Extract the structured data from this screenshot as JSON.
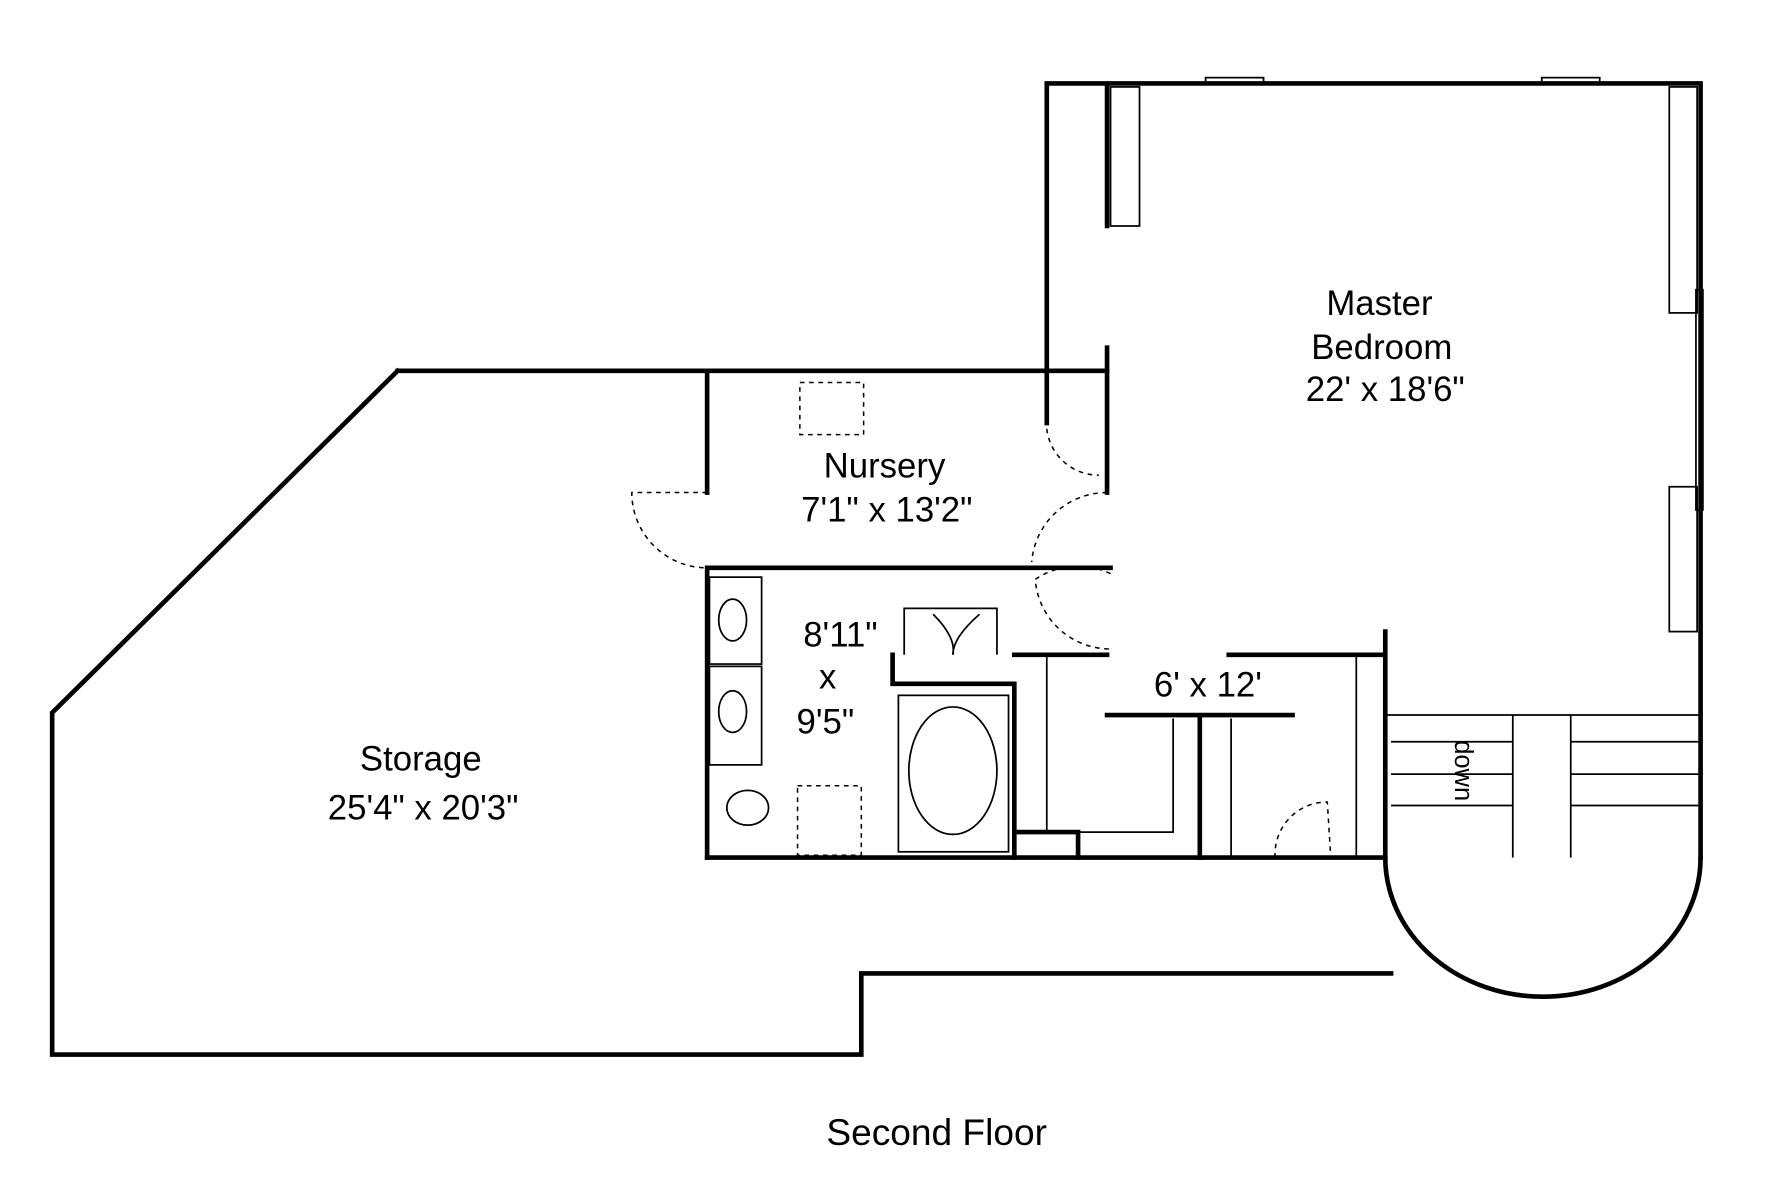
{
  "plan": {
    "title": "Second Floor",
    "rooms": {
      "master": {
        "name_line1": "Master",
        "name_line2": "Bedroom",
        "size": "22' x 18'6\""
      },
      "nursery": {
        "name": "Nursery",
        "size": "7'1\" x 13'2\""
      },
      "bath": {
        "size_line1": "8'11\"",
        "size_line2": "x",
        "size_line3": "9'5\""
      },
      "closet": {
        "size": "6' x 12'"
      },
      "storage": {
        "name": "Storage",
        "size": "25'4\" x 20'3\""
      },
      "stairs": {
        "label": "down"
      }
    }
  }
}
